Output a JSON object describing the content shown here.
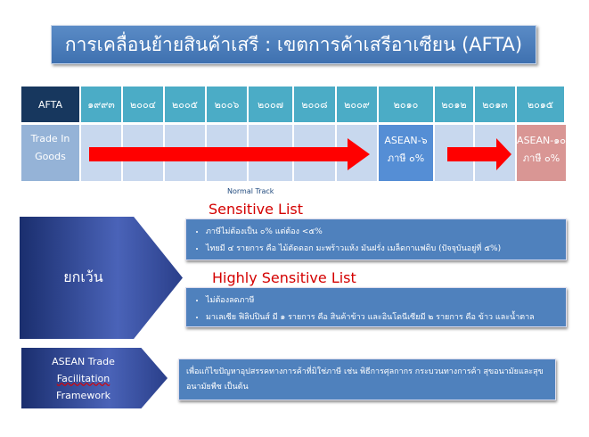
{
  "title": "การเคลื่อนย้ายสินค้าเสรี : เขตการค้าเสรีอาเซียน (AFTA)",
  "table": {
    "header_label": "AFTA",
    "years": [
      "๑๙๙๓",
      "๒๐๐๔",
      "๒๐๐๕",
      "๒๐๐๖",
      "๒๐๐๗",
      "๒๐๐๘",
      "๒๐๐๙",
      "๒๐๑๐",
      "๒๐๑๒",
      "๒๐๑๓",
      "๒๐๑๕"
    ],
    "row_label": "Trade In Goods",
    "milestone1": {
      "line1": "ASEAN-๖",
      "line2": "ภาษี ๐%"
    },
    "milestone2": {
      "line1": "ASEAN-๑๐",
      "line2": "ภาษี ๐%"
    }
  },
  "normal_track": "Normal Track",
  "exception_label": "ยกเว้น",
  "sensitive": {
    "title": "Sensitive List",
    "items": [
      "ภาษีไม่ต้องเป็น ๐% แต่ต้อง <๕%",
      "ไทยมี ๔ รายการ คือ ไม้ตัดดอก มะพร้าวแห้ง มันฝรั่ง เมล็ดกาแฟดิบ (ปัจจุบันอยู่ที่ ๕%)"
    ]
  },
  "highly_sensitive": {
    "title": "Highly Sensitive List",
    "items": [
      "ไม่ต้องลดภาษี",
      "มาเลเซีย ฟิลิปปินส์ มี ๑ รายการ คือ สินค้าข้าว และอินโดนีเซียมี ๒ รายการ คือ ข้าว และน้ำตาล"
    ]
  },
  "atff": {
    "label_1": "ASEAN Trade",
    "label_2": "Facilitation",
    "label_3": "Framework",
    "text": "เพื่อแก้ไขปัญหาอุปสรรคทางการค้าที่มิใช่ภาษี เช่น พิธีการศุลกากร กระบวนทางการค้า สุขอนามัยและสุขอนามัยพืช เป็นต้น"
  }
}
